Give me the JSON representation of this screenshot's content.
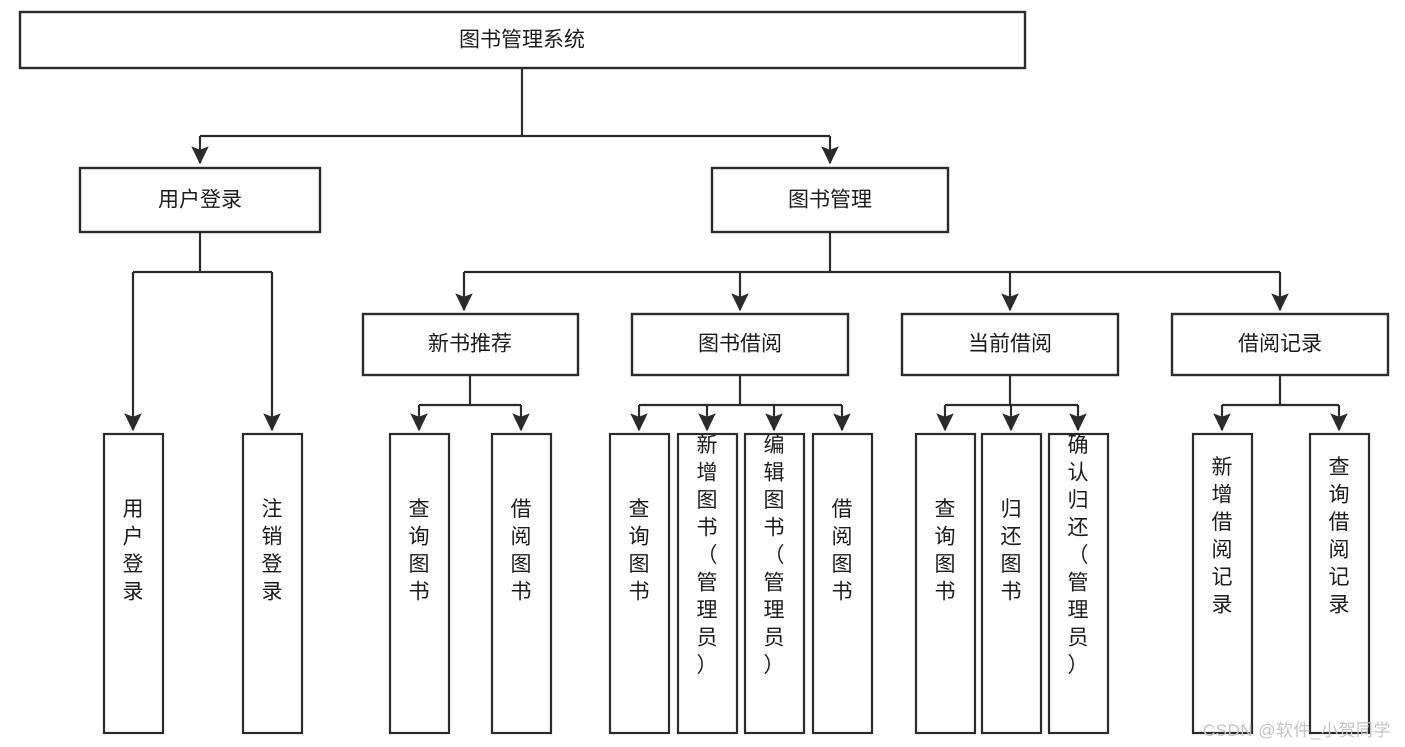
{
  "diagram": {
    "type": "tree-hierarchy",
    "title": "图书管理系统",
    "watermark": "CSDN @软件_小贺同学",
    "colors": {
      "stroke": "#2b2b2b",
      "fill": "#ffffff",
      "text": "#1c1c1c",
      "watermark": "#c3c3c3",
      "background": "#ffffff"
    },
    "levels": [
      {
        "level": 0,
        "nodes": [
          {
            "id": "root",
            "label": "图书管理系统",
            "orientation": "horizontal"
          }
        ]
      },
      {
        "level": 1,
        "nodes": [
          {
            "id": "login",
            "label": "用户登录",
            "orientation": "horizontal",
            "parent": "root"
          },
          {
            "id": "bookmgmt",
            "label": "图书管理",
            "orientation": "horizontal",
            "parent": "root"
          }
        ]
      },
      {
        "level": 2,
        "nodes": [
          {
            "id": "newbook",
            "label": "新书推荐",
            "orientation": "horizontal",
            "parent": "bookmgmt"
          },
          {
            "id": "borrow",
            "label": "图书借阅",
            "orientation": "horizontal",
            "parent": "bookmgmt"
          },
          {
            "id": "current",
            "label": "当前借阅",
            "orientation": "horizontal",
            "parent": "bookmgmt"
          },
          {
            "id": "records",
            "label": "借阅记录",
            "orientation": "horizontal",
            "parent": "bookmgmt"
          }
        ]
      },
      {
        "level": 3,
        "nodes": [
          {
            "id": "leaf-1",
            "label": "用户登录",
            "orientation": "vertical",
            "parent": "login"
          },
          {
            "id": "leaf-2",
            "label": "注销登录",
            "orientation": "vertical",
            "parent": "login"
          },
          {
            "id": "leaf-3",
            "label": "查询图书",
            "orientation": "vertical",
            "parent": "newbook"
          },
          {
            "id": "leaf-4",
            "label": "借阅图书",
            "orientation": "vertical",
            "parent": "newbook"
          },
          {
            "id": "leaf-5",
            "label": "查询图书",
            "orientation": "vertical",
            "parent": "borrow"
          },
          {
            "id": "leaf-6",
            "label": "新增图书（管理员）",
            "orientation": "vertical",
            "parent": "borrow"
          },
          {
            "id": "leaf-7",
            "label": "编辑图书（管理员）",
            "orientation": "vertical",
            "parent": "borrow"
          },
          {
            "id": "leaf-8",
            "label": "借阅图书",
            "orientation": "vertical",
            "parent": "borrow"
          },
          {
            "id": "leaf-9",
            "label": "查询图书",
            "orientation": "vertical",
            "parent": "current"
          },
          {
            "id": "leaf-10",
            "label": "归还图书",
            "orientation": "vertical",
            "parent": "current"
          },
          {
            "id": "leaf-11",
            "label": "确认归还（管理员）",
            "orientation": "vertical",
            "parent": "current"
          },
          {
            "id": "leaf-12",
            "label": "新增借阅记录",
            "orientation": "vertical",
            "parent": "records"
          },
          {
            "id": "leaf-13",
            "label": "查询借阅记录",
            "orientation": "vertical",
            "parent": "records"
          }
        ]
      }
    ]
  }
}
